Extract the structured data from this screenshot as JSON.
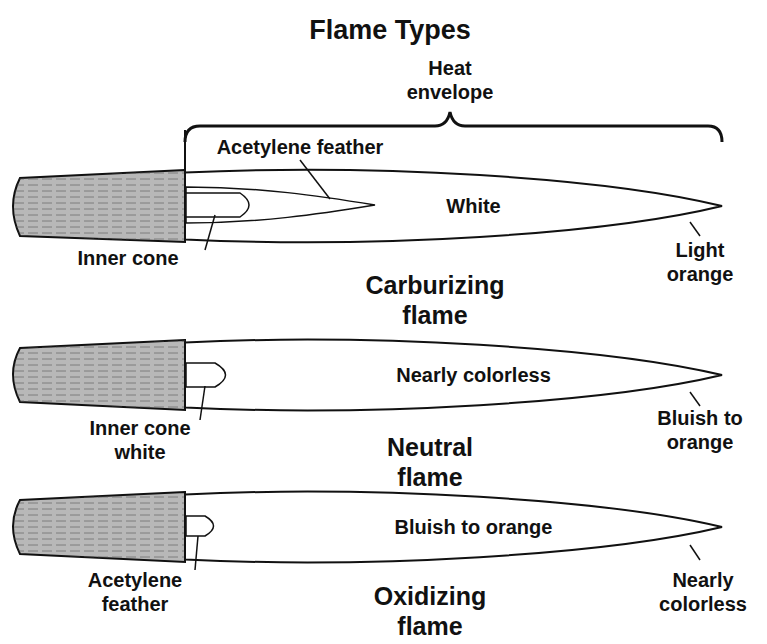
{
  "diagram": {
    "title": "Flame Types",
    "nodes": [
      {
        "text": [
          "White"
        ]
      },
      {
        "text": [
          "Nearly colorless"
        ]
      },
      {
        "text": [
          "Bluish to orange"
        ]
      }
    ],
    "labels": [
      "Heat envelope",
      "Acetylene feather",
      "Inner cone",
      "Light orange",
      "Carburizing flame",
      "Inner cone white",
      "Bluish to orange",
      "Neutral flame",
      "Acetylene feather",
      "Nearly colorless",
      "Oxidizing flame"
    ]
  }
}
